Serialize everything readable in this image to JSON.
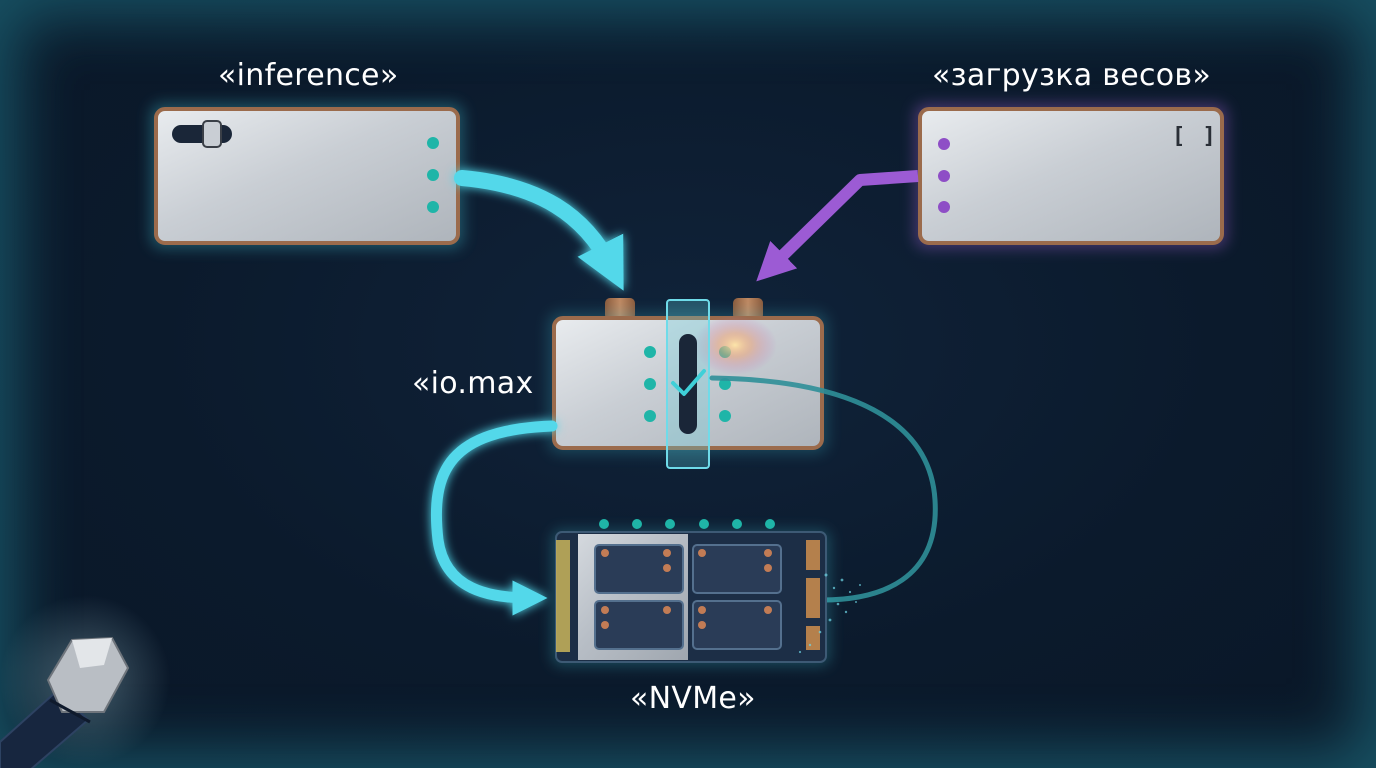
{
  "labels": {
    "inference": "«inference»",
    "weights": "«загрузка весов»",
    "iomax": "«io.max",
    "nvme": "«NVMe»"
  },
  "weights_box_glyph": "[ ]",
  "colors": {
    "background": "#0b1a2c",
    "cyan_flow": "#4fd6e8",
    "purple_flow": "#9b59d0",
    "teal_dot": "#1fb5a8",
    "purple_dot": "#8e4ec6",
    "copper": "#b07a55",
    "panel_silver": "#cfd4da"
  },
  "icons": [
    "toggle-switch-icon",
    "check-icon",
    "chip-icon",
    "flashlight-icon"
  ]
}
